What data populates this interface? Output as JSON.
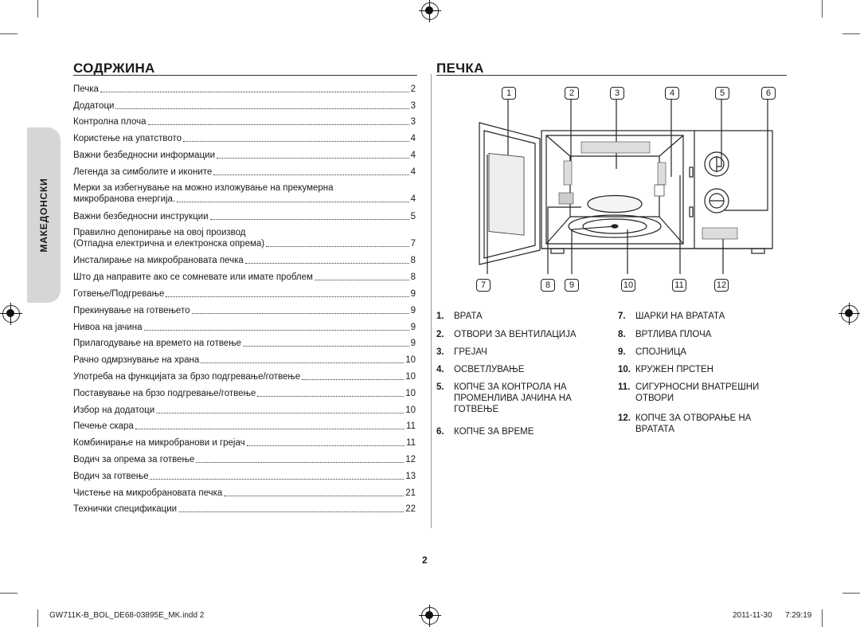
{
  "side_tab": "МАКЕДОНСКИ",
  "left": {
    "title": "СОДРЖИНА",
    "toc": [
      {
        "title": "Печка",
        "page": "2"
      },
      {
        "title": "Додатоци",
        "page": "3"
      },
      {
        "title": "Контролна плоча",
        "page": "3"
      },
      {
        "title": "Користење на упатството",
        "page": "4"
      },
      {
        "title": "Важни безбедносни информации",
        "page": "4"
      },
      {
        "title": "Легенда за симболите и иконите",
        "page": "4"
      },
      {
        "title": "Мерки за избегнување на можно изложување на прекумерна",
        "title2": "микробранова енергија.",
        "page": "4"
      },
      {
        "title": "Важни безбедносни инструкции",
        "page": "5"
      },
      {
        "title": "Правилно депонирање на овој производ",
        "title2": "(Отпадна електрична и електронска опрема)",
        "page": "7"
      },
      {
        "title": "Инсталирање на микробрановата печка",
        "page": "8"
      },
      {
        "title": "Што да направите ако се сомневате или имате проблем",
        "page": "8"
      },
      {
        "title": "Готвење/Подгревање",
        "page": "9"
      },
      {
        "title": "Прекинување на готвењето",
        "page": "9"
      },
      {
        "title": "Нивоа на јачина",
        "page": "9"
      },
      {
        "title": "Прилагодување на времето на готвење",
        "page": "9"
      },
      {
        "title": "Рачно одмрзнување на храна",
        "page": "10"
      },
      {
        "title": "Употреба на функцијата за брзо подгревање/готвење",
        "page": "10"
      },
      {
        "title": "Поставување на брзо подгревање/готвење",
        "page": "10"
      },
      {
        "title": "Избор на додатоци",
        "page": "10"
      },
      {
        "title": "Печење скара",
        "page": "11"
      },
      {
        "title": "Комбинирање на микробранови и грејач",
        "page": "11"
      },
      {
        "title": "Водич за опрема за готвење",
        "page": "12"
      },
      {
        "title": "Водич за готвење",
        "page": "13"
      },
      {
        "title": "Чистење на микробрановата печка",
        "page": "21"
      },
      {
        "title": "Технички спецификации",
        "page": "22"
      }
    ]
  },
  "right": {
    "title": "ПЕЧКА",
    "callouts_top": [
      "1",
      "2",
      "3",
      "4",
      "5",
      "6"
    ],
    "callouts_bottom": [
      "7",
      "8",
      "9",
      "10",
      "11",
      "12"
    ],
    "parts_left": [
      {
        "num": "1.",
        "text": "ВРАТА"
      },
      {
        "num": "2.",
        "text": "ОТВОРИ ЗА ВЕНТИЛАЦИЈА"
      },
      {
        "num": "3.",
        "text": "ГРЕЈАЧ"
      },
      {
        "num": "4.",
        "text": "ОСВЕТЛУВАЊЕ"
      },
      {
        "num": "5.",
        "text": "КОПЧЕ ЗА КОНТРОЛА НА ПРОМЕНЛИВА ЈАЧИНА НА ГОТВЕЊЕ"
      },
      {
        "num": "6.",
        "text": "КОПЧЕ ЗА ВРЕМЕ"
      }
    ],
    "parts_right": [
      {
        "num": "7.",
        "text": "ШАРКИ НА ВРАТАТА"
      },
      {
        "num": "8.",
        "text": "ВРТЛИВА ПЛОЧА"
      },
      {
        "num": "9.",
        "text": "СПОЈНИЦА"
      },
      {
        "num": "10.",
        "text": "КРУЖЕН ПРСТЕН"
      },
      {
        "num": "11.",
        "text": "СИГУРНОСНИ ВНАТРЕШНИ ОТВОРИ"
      },
      {
        "num": "12.",
        "text": "КОПЧЕ ЗА ОТВОРАЊЕ НА ВРАТАТА"
      }
    ]
  },
  "page_number": "2",
  "footer": {
    "file": "GW711K-B_BOL_DE68-03895E_MK.indd   2",
    "date": "2011-11-30",
    "time": "7:29:19"
  }
}
